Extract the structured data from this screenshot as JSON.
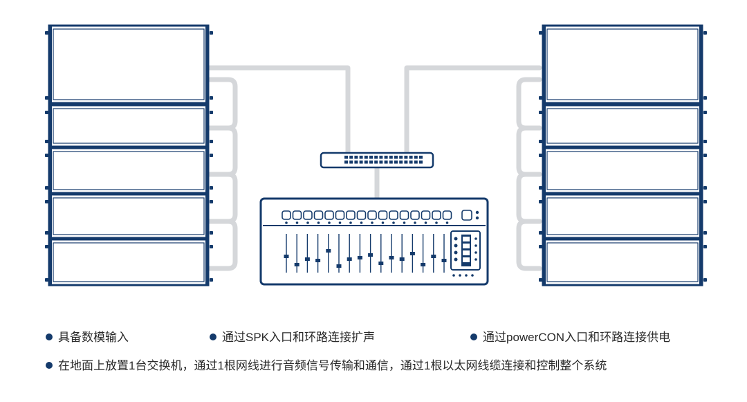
{
  "colors": {
    "navy": "#143a6b",
    "cable": "#d5d7da",
    "background": "#ffffff",
    "text": "#2a2a2a"
  },
  "icons": {
    "left_stack": "line-array-speaker-stack",
    "right_stack": "line-array-speaker-stack",
    "switch": "network-switch-icon",
    "console": "mixing-console-icon",
    "bullet": "navy-dot-bullet"
  },
  "diagram": {
    "left_stack_cabinets": 5,
    "right_stack_cabinets": 5,
    "console_faders": 16,
    "switch_ports": 32
  },
  "captions": {
    "row1": [
      "具备数模输入",
      "通过SPK入口和环路连接扩声",
      "通过powerCON入口和环路连接供电"
    ],
    "row2": "在地面上放置1台交换机，通过1根网线进行音频信号传输和通信，通过1根以太网线缆连接和控制整个系统"
  }
}
